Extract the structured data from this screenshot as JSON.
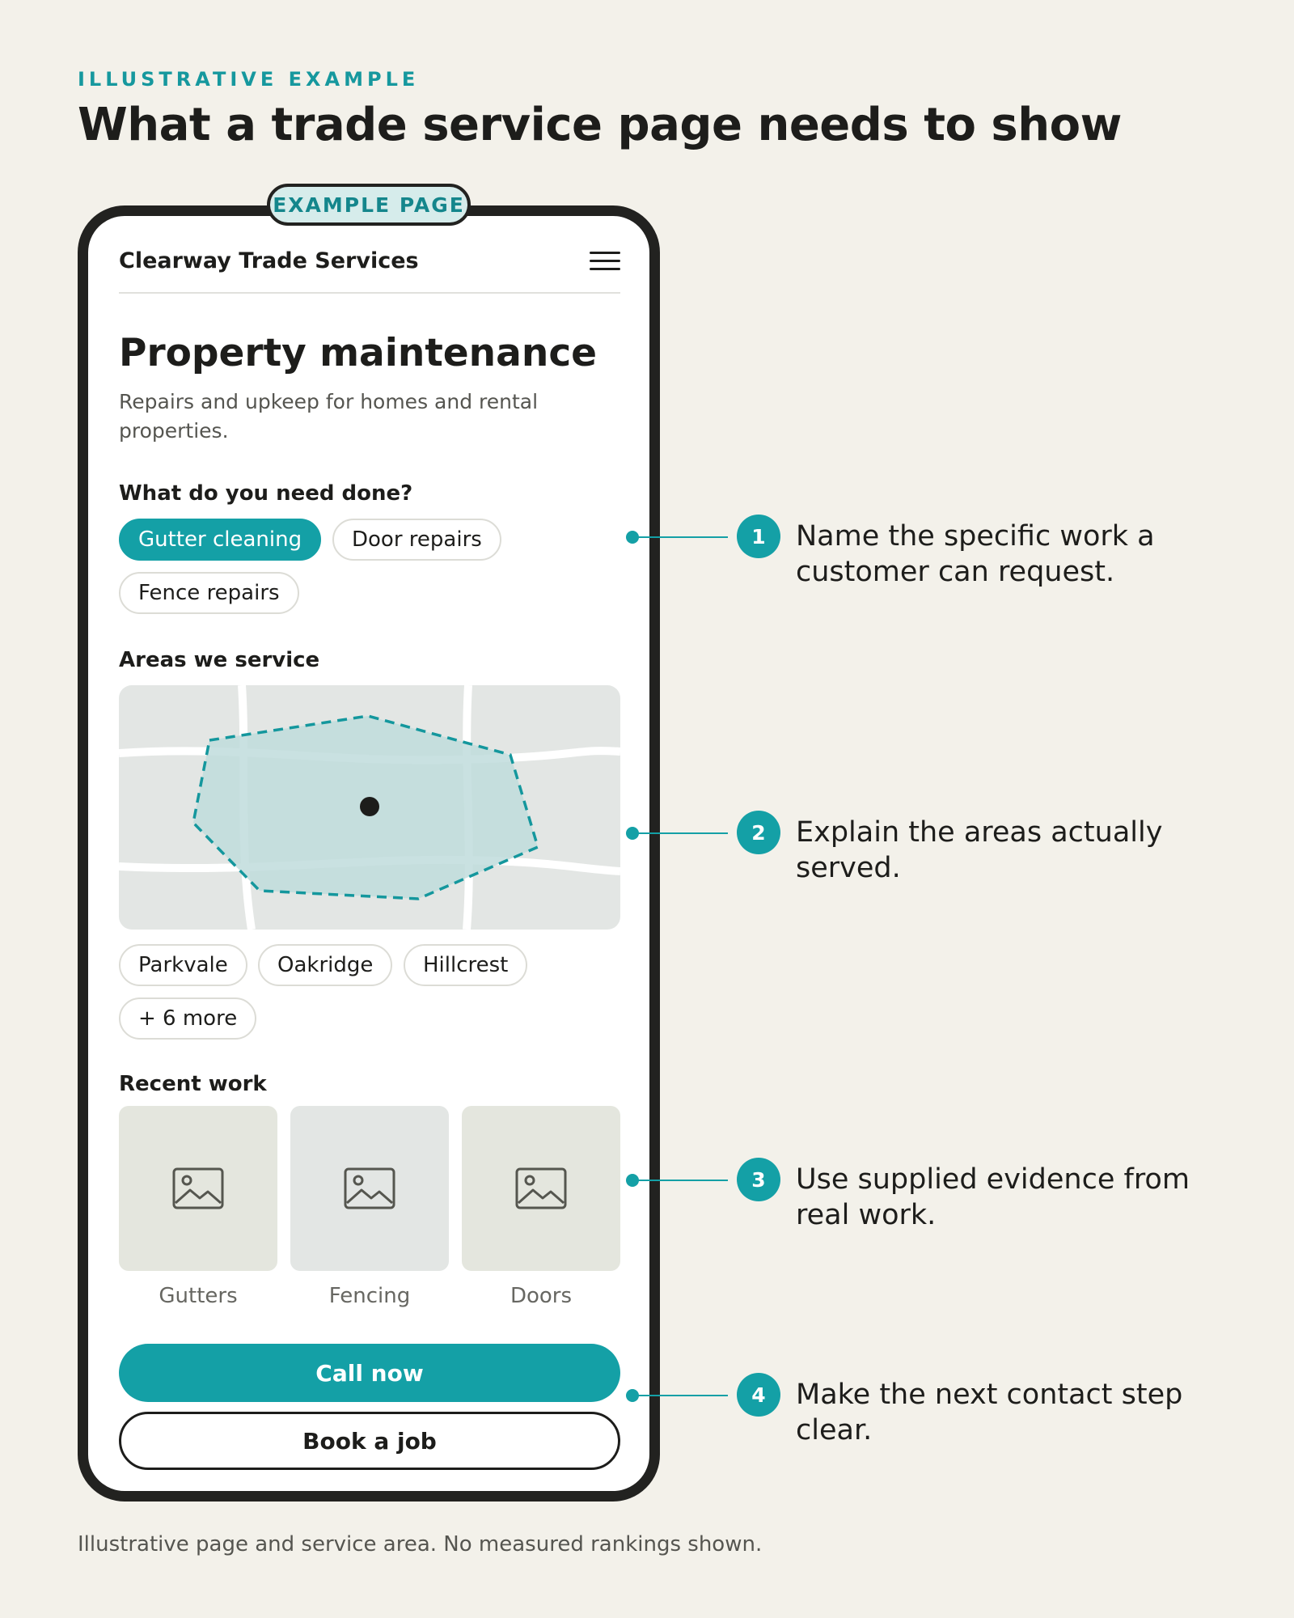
{
  "header": {
    "kicker": "ILLUSTRATIVE EXAMPLE",
    "title": "What a trade service page needs to show"
  },
  "phone": {
    "tag": "EXAMPLE PAGE",
    "site_name": "Clearway Trade Services",
    "page_title": "Property maintenance",
    "page_subtitle": "Repairs and upkeep for homes and rental properties.",
    "services": {
      "heading": "What do you need done?",
      "chips": [
        {
          "label": "Gutter cleaning",
          "selected": true
        },
        {
          "label": "Door repairs",
          "selected": false
        },
        {
          "label": "Fence repairs",
          "selected": false
        }
      ]
    },
    "areas": {
      "heading": "Areas we service",
      "chips": [
        "Parkvale",
        "Oakridge",
        "Hillcrest",
        "+ 6 more"
      ]
    },
    "recent_work": {
      "heading": "Recent work",
      "items": [
        {
          "label": "Gutters",
          "icon": "image-placeholder-icon"
        },
        {
          "label": "Fencing",
          "icon": "image-placeholder-icon"
        },
        {
          "label": "Doors",
          "icon": "image-placeholder-icon"
        }
      ]
    },
    "buttons": {
      "primary": "Call now",
      "secondary": "Book a job"
    }
  },
  "callouts": [
    {
      "number": "1",
      "text": "Name the specific work a customer can request."
    },
    {
      "number": "2",
      "text": "Explain the areas actually served."
    },
    {
      "number": "3",
      "text": "Use supplied evidence from real work."
    },
    {
      "number": "4",
      "text": "Make the next contact step clear."
    }
  ],
  "footnote": "Illustrative page and service area. No measured rankings shown.",
  "colors": {
    "background": "#f3f1ea",
    "accent": "#14a0a6",
    "ink": "#1d1d1b",
    "service_area_fill": "#bfdcdc"
  }
}
